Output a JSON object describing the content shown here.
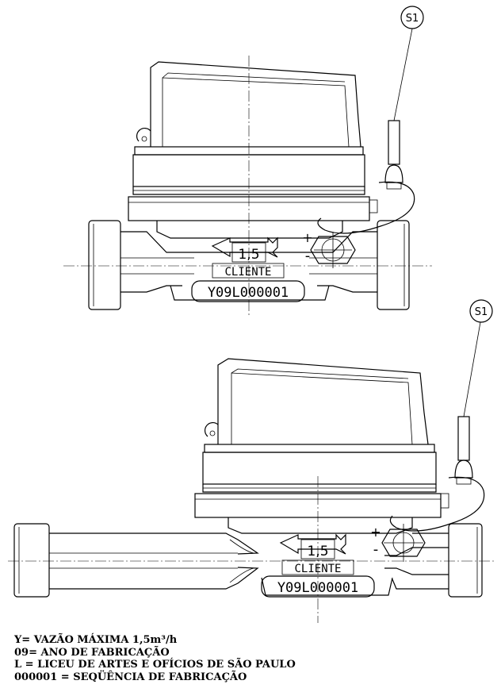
{
  "views": [
    {
      "id": "top",
      "flow_rate": "1,5",
      "client_label": "CLIENTE",
      "serial": "Y09L000001",
      "seal_label": "S1",
      "plus_symbol": "+",
      "minus_symbol": "-"
    },
    {
      "id": "bottom",
      "flow_rate": "1,5",
      "client_label": "CLIENTE",
      "serial": "Y09L000001",
      "seal_label": "S1",
      "plus_symbol": "+",
      "minus_symbol": "-"
    }
  ],
  "legend": [
    "Y= VAZÃO MÁXIMA 1,5m³/h",
    "09= ANO DE FABRICAÇÃO",
    "L = LICEU DE ARTES E OFÍCIOS DE SÃO PAULO",
    "000001 = SEQÜÊNCIA DE FABRICAÇÃO"
  ]
}
